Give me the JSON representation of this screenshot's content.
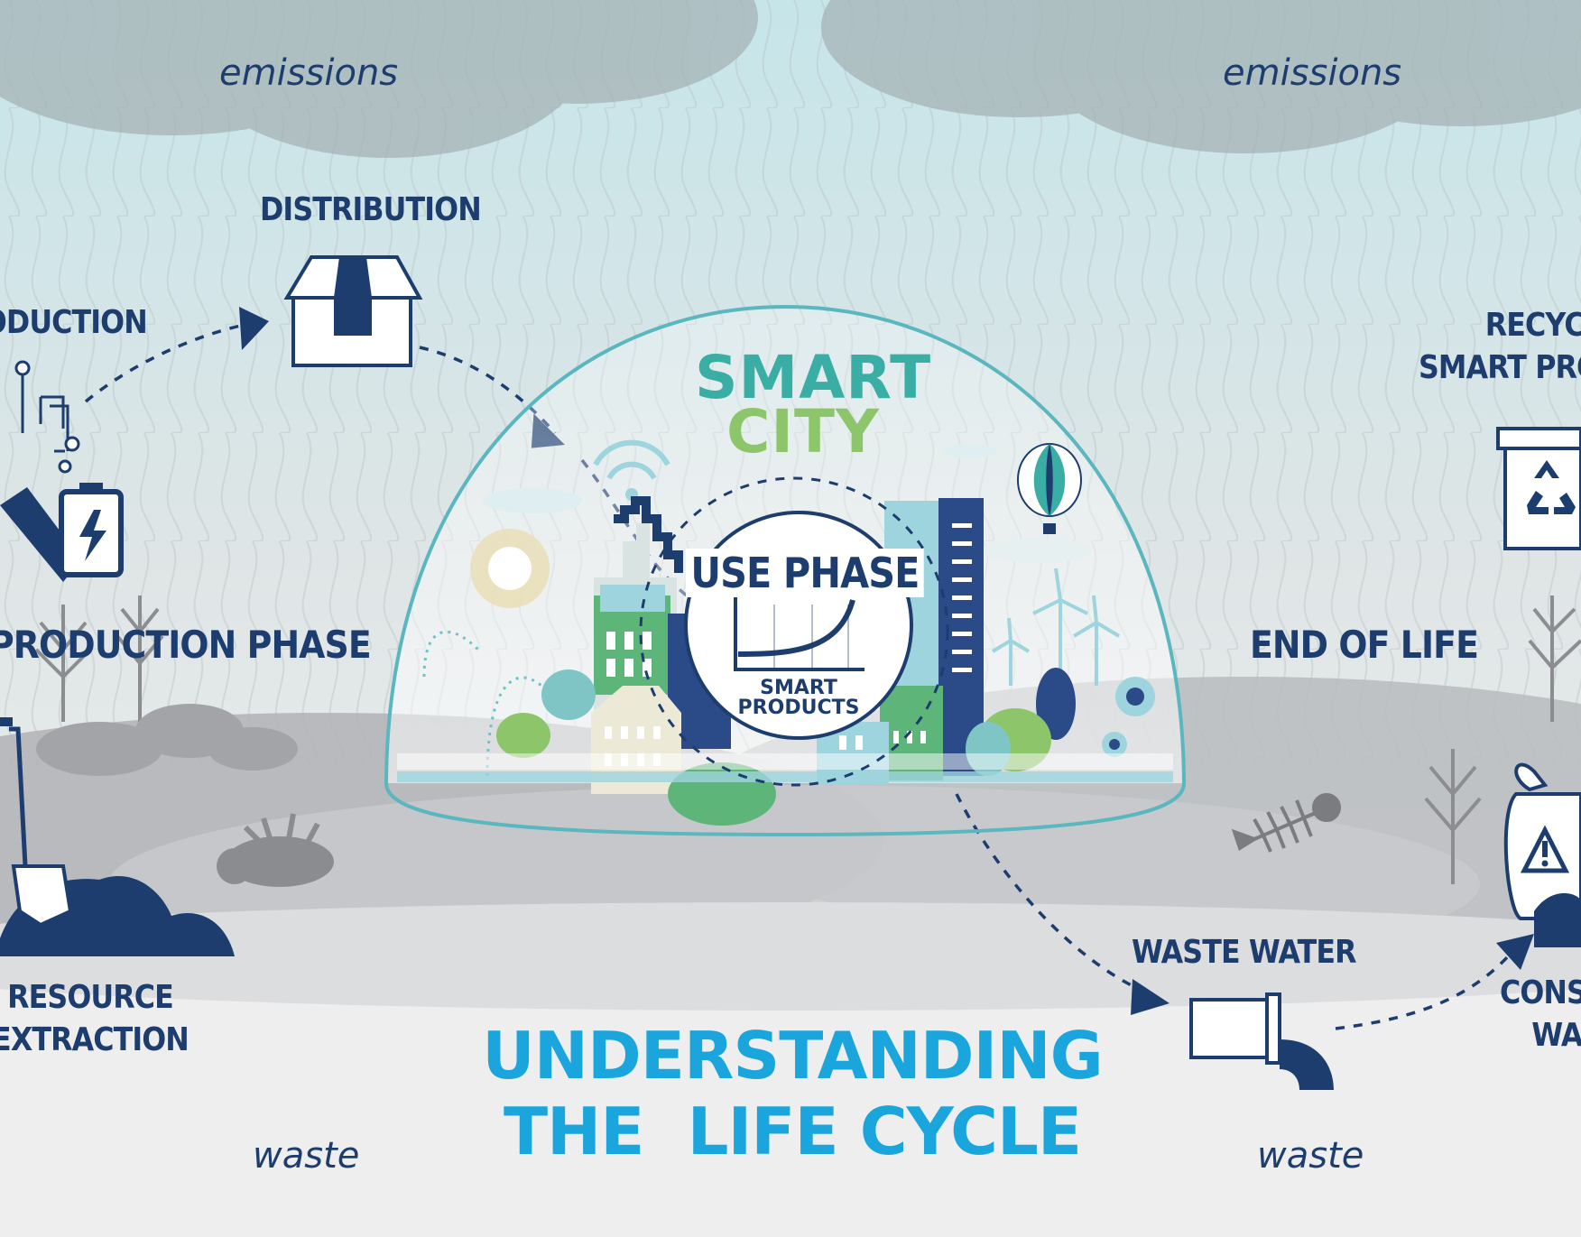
{
  "labels": {
    "emissions_left": "emissions",
    "emissions_right": "emissions",
    "distribution": "DISTRIBUTION",
    "production": "PRODUCTION",
    "production_phase": "PRODUCTION PHASE",
    "resource_extraction_line1": "RESOURCE",
    "resource_extraction_line2": "EXTRACTION",
    "smart": "SMART",
    "city": "CITY",
    "use_phase": "USE PHASE",
    "smart_products_line1": "SMART",
    "smart_products_line2": "PRODUCTS",
    "end_of_life": "END OF LIFE",
    "recycling_line1": "RECYCLING",
    "recycling_line2": "SMART PRODUCTS",
    "waste_water": "WASTE WATER",
    "consumer_waste_line1": "CONSUMER",
    "consumer_waste_line2": "WASTE",
    "waste_left": "waste",
    "waste_right": "waste",
    "title_line1": "UNDERSTANDING",
    "title_line2": "THE  LIFE CYCLE"
  },
  "icons": {
    "distribution": "box-icon",
    "production": "circuit-battery-icon",
    "extraction": "shovel-icon",
    "recycling": "recycle-bin-icon",
    "waste_water": "pipe-icon",
    "consumer_waste": "hazard-bag-icon",
    "use_phase": "growth-curve-icon"
  },
  "colors": {
    "navy": "#1c3d6e",
    "title_blue": "#1aa6dc",
    "smart_teal": "#3aaea5",
    "city_green": "#8cc56a",
    "sky_top": "#c9e6ea",
    "ground_gray": "#cfd0d2"
  }
}
